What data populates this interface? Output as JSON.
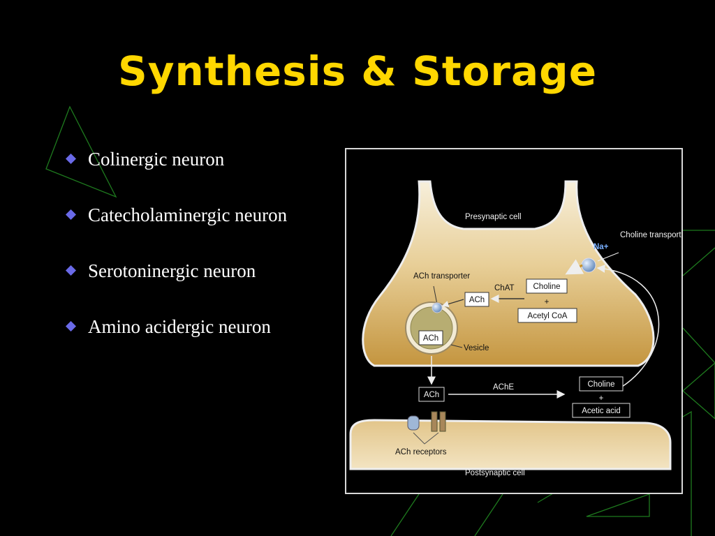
{
  "slide": {
    "title": "Synthesis & Storage",
    "bullets": [
      {
        "text": "Colinergic neuron"
      },
      {
        "text": "Catecholaminergic neuron"
      },
      {
        "text": "Serotoninergic neuron"
      },
      {
        "text": "Amino acidergic neuron"
      }
    ]
  },
  "diagram": {
    "presynaptic_label": "Presynaptic cell",
    "postsynaptic_label": "Postsynaptic cell",
    "sodium_label": "Na+",
    "choline_transporter_label": "Choline transporter",
    "ach_transporter_label": "ACh transporter",
    "chat_label": "ChAT",
    "choline_label": "Choline",
    "plus_label": "+",
    "acetyl_coa_label": "Acetyl CoA",
    "ach_label": "ACh",
    "vesicle_label": "Vesicle",
    "ache_label": "AChE",
    "acetic_acid_label": "Acetic acid",
    "receptors_label": "ACh receptors"
  },
  "colors": {
    "background": "#000000",
    "title": "#ffd700",
    "bullet_diamond": "#6a6ae8",
    "decoration": "#1e7a1e",
    "cytoplasm_dark": "#c99a4c",
    "cytoplasm_light": "#f5ecd5",
    "postsynaptic": "#eed9ad"
  }
}
